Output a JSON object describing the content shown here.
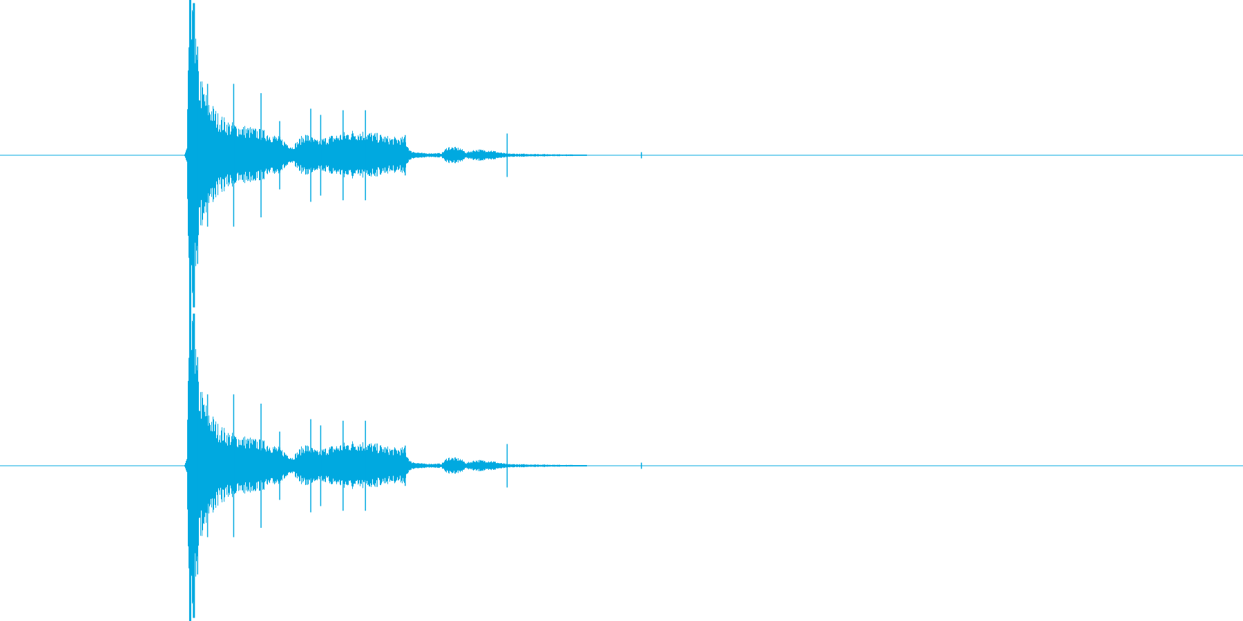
{
  "waveform": {
    "color": "#00a9e0",
    "background": "#ffffff",
    "channels": [
      {
        "name": "channel-1"
      },
      {
        "name": "channel-2"
      }
    ],
    "envelope": [
      {
        "t": 0.148,
        "a": 0.0
      },
      {
        "t": 0.15,
        "a": 0.05
      },
      {
        "t": 0.151,
        "a": 0.6
      },
      {
        "t": 0.153,
        "a": 1.0
      },
      {
        "t": 0.156,
        "a": 0.9
      },
      {
        "t": 0.16,
        "a": 0.55
      },
      {
        "t": 0.166,
        "a": 0.4
      },
      {
        "t": 0.175,
        "a": 0.28
      },
      {
        "t": 0.185,
        "a": 0.22
      },
      {
        "t": 0.195,
        "a": 0.2
      },
      {
        "t": 0.205,
        "a": 0.18
      },
      {
        "t": 0.215,
        "a": 0.16
      },
      {
        "t": 0.225,
        "a": 0.12
      },
      {
        "t": 0.235,
        "a": 0.06
      },
      {
        "t": 0.245,
        "a": 0.15
      },
      {
        "t": 0.255,
        "a": 0.1
      },
      {
        "t": 0.265,
        "a": 0.13
      },
      {
        "t": 0.275,
        "a": 0.15
      },
      {
        "t": 0.285,
        "a": 0.17
      },
      {
        "t": 0.295,
        "a": 0.16
      },
      {
        "t": 0.305,
        "a": 0.14
      },
      {
        "t": 0.315,
        "a": 0.12
      },
      {
        "t": 0.325,
        "a": 0.12
      },
      {
        "t": 0.33,
        "a": 0.03
      },
      {
        "t": 0.34,
        "a": 0.015
      },
      {
        "t": 0.355,
        "a": 0.015
      },
      {
        "t": 0.36,
        "a": 0.06
      },
      {
        "t": 0.37,
        "a": 0.05
      },
      {
        "t": 0.375,
        "a": 0.02
      },
      {
        "t": 0.382,
        "a": 0.04
      },
      {
        "t": 0.395,
        "a": 0.035
      },
      {
        "t": 0.402,
        "a": 0.02
      },
      {
        "t": 0.408,
        "a": 0.012
      },
      {
        "t": 0.44,
        "a": 0.008
      },
      {
        "t": 0.47,
        "a": 0.004
      },
      {
        "t": 0.475,
        "a": 0.0
      }
    ],
    "spikes": [
      {
        "t": 0.153,
        "a": 1.0
      },
      {
        "t": 0.156,
        "a": 0.98
      },
      {
        "t": 0.159,
        "a": 0.7
      },
      {
        "t": 0.167,
        "a": 0.46
      },
      {
        "t": 0.188,
        "a": 0.46
      },
      {
        "t": 0.21,
        "a": 0.4
      },
      {
        "t": 0.225,
        "a": 0.22
      },
      {
        "t": 0.25,
        "a": 0.3
      },
      {
        "t": 0.258,
        "a": 0.26
      },
      {
        "t": 0.276,
        "a": 0.29
      },
      {
        "t": 0.294,
        "a": 0.29
      },
      {
        "t": 0.326,
        "a": 0.13
      },
      {
        "t": 0.408,
        "a": 0.14
      },
      {
        "t": 0.516,
        "a": 0.02
      }
    ]
  }
}
